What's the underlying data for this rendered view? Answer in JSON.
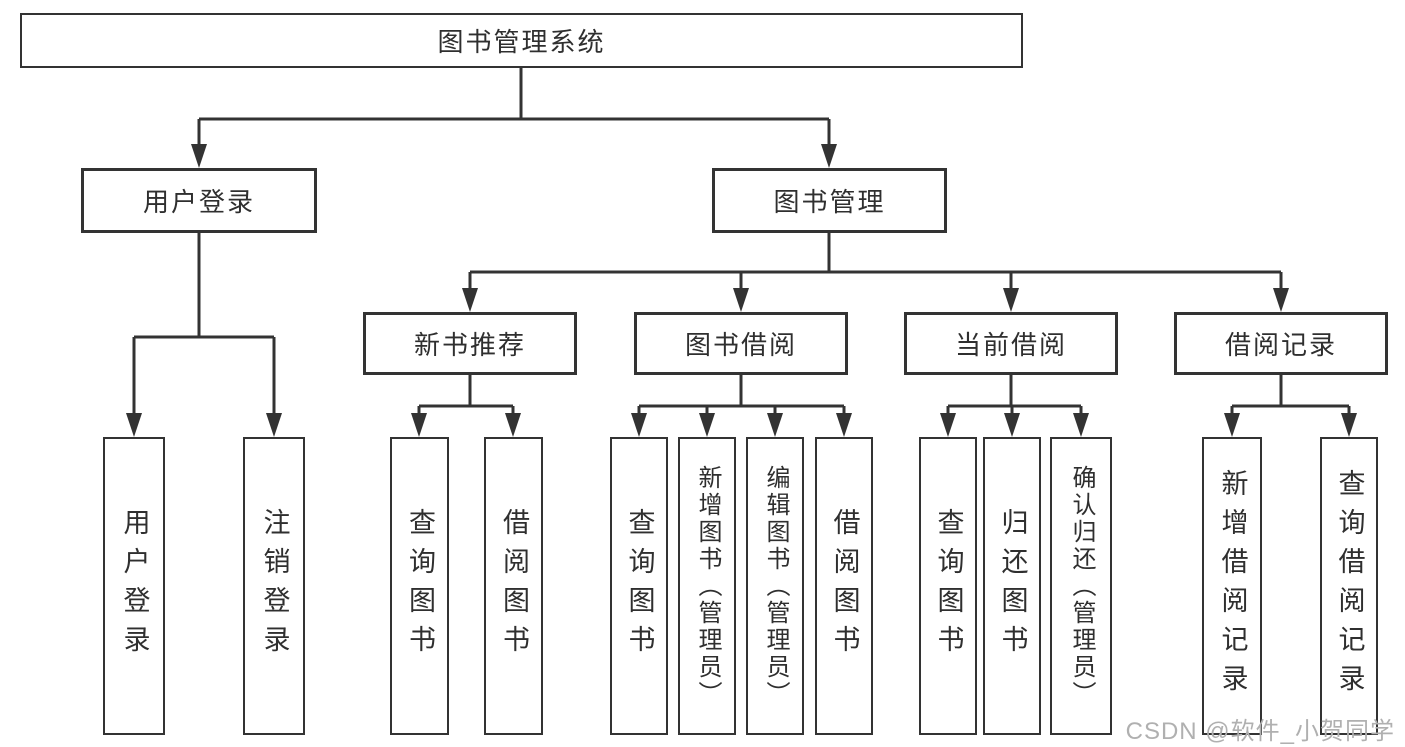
{
  "nodes": {
    "root": "图书管理系统",
    "user_login": "用户登录",
    "book_mgmt": "图书管理",
    "new_book_rec": "新书推荐",
    "book_borrow": "图书借阅",
    "current_borrow": "当前借阅",
    "borrow_record": "借阅记录",
    "ul_user_login": "用户登录",
    "ul_logout": "注销登录",
    "nb_query_book": "查询图书",
    "nb_borrow_book": "借阅图书",
    "bb_query_book": "查询图书",
    "bb_add_book": "新增图书（管理员）",
    "bb_edit_book": "编辑图书（管理员）",
    "bb_borrow_book": "借阅图书",
    "cb_query_book": "查询图书",
    "cb_return_book": "归还图书",
    "cb_confirm_return": "确认归还（管理员）",
    "br_add_record": "新增借阅记录",
    "br_query_record": "查询借阅记录"
  },
  "watermark": "CSDN @软件_小贺同学",
  "colors": {
    "line": "#333333",
    "border": "#333333",
    "text": "#2f2f2f",
    "watermark": "#b0b0b0",
    "background": "#ffffff"
  }
}
